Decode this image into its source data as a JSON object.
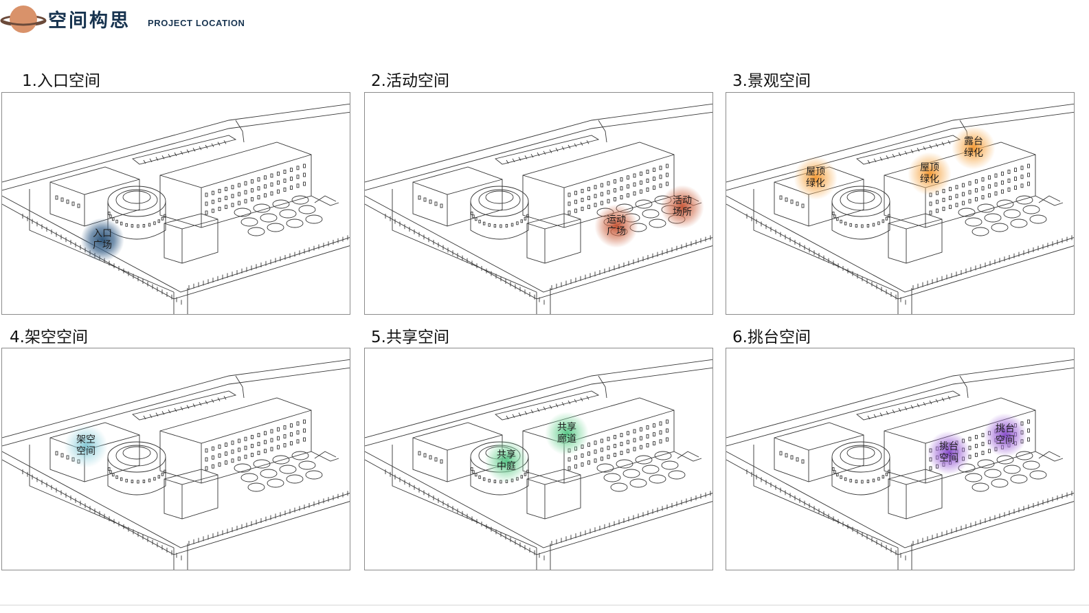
{
  "header": {
    "title": "空间构思",
    "subtitle": "PROJECT LOCATION",
    "logo_icon": "planet-icon"
  },
  "colors": {
    "brand": "#17334f",
    "planet": "#d9926a",
    "blue": "#264e74",
    "red": "#c45030",
    "orange": "#f4962c",
    "cyan": "#6ebecd",
    "green": "#50c482",
    "purple": "#8246c8"
  },
  "panels": [
    {
      "title": "1.入口空间",
      "labels": [
        {
          "line1": "入口",
          "line2": "广场",
          "color": "blue"
        }
      ]
    },
    {
      "title": "2.活动空间",
      "labels": [
        {
          "line1": "运动",
          "line2": "广场",
          "color": "red"
        },
        {
          "line1": "活动",
          "line2": "场所",
          "color": "red"
        }
      ]
    },
    {
      "title": "3.景观空间",
      "labels": [
        {
          "line1": "屋顶",
          "line2": "绿化",
          "color": "orange"
        },
        {
          "line1": "屋顶",
          "line2": "绿化",
          "color": "orange"
        },
        {
          "line1": "露台",
          "line2": "绿化",
          "color": "orange"
        }
      ]
    },
    {
      "title": "4.架空空间",
      "labels": [
        {
          "line1": "架空",
          "line2": "空间",
          "color": "cyan"
        }
      ]
    },
    {
      "title": "5.共享空间",
      "labels": [
        {
          "line1": "共享",
          "line2": "中庭",
          "color": "green"
        },
        {
          "line1": "共享",
          "line2": "廊道",
          "color": "green"
        }
      ]
    },
    {
      "title": "6.挑台空间",
      "labels": [
        {
          "line1": "挑台",
          "line2": "空间",
          "color": "purple"
        },
        {
          "line1": "挑台",
          "line2": "空间",
          "color": "purple"
        }
      ]
    }
  ]
}
